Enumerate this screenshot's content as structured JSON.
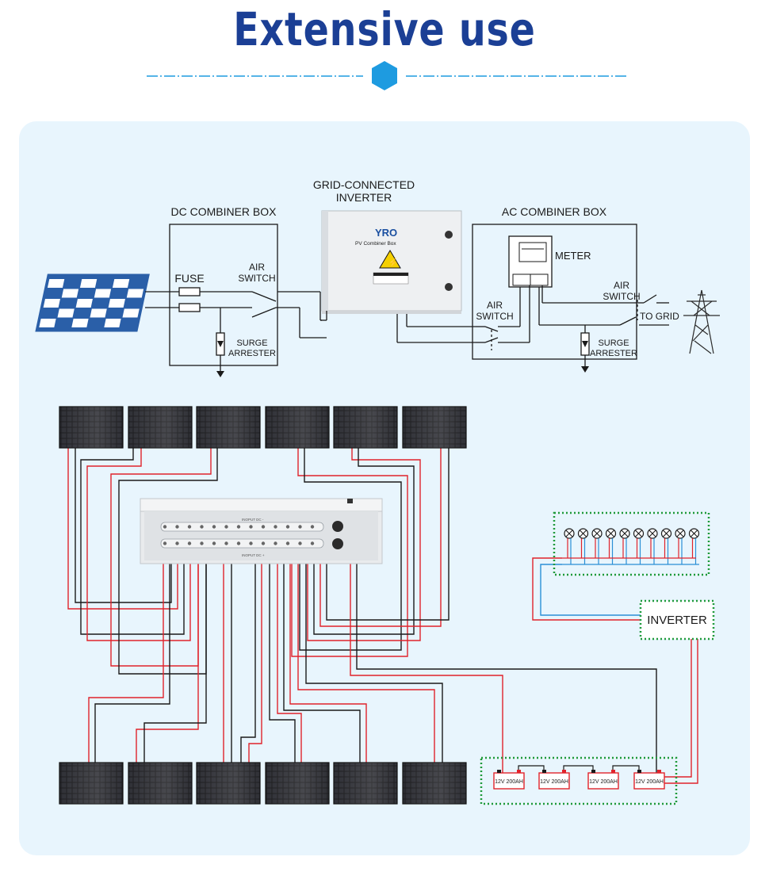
{
  "header": {
    "title": "Extensive use"
  },
  "top_diagram": {
    "dc_box_label": "DC COMBINER BOX",
    "inverter_label_line1": "GRID-CONNECTED",
    "inverter_label_line2": "INVERTER",
    "ac_box_label": "AC COMBINER BOX",
    "fuse_label": "FUSE",
    "air_switch_1_line1": "AIR",
    "air_switch_1_line2": "SWITCH",
    "surge_1_line1": "SURGE",
    "surge_1_line2": "ARRESTER",
    "meter_label": "METER",
    "air_switch_2_line1": "AIR",
    "air_switch_2_line2": "SWITCH",
    "air_switch_3_line1": "AIR",
    "air_switch_3_line2": "SWITCH",
    "surge_2_line1": "SURGE",
    "surge_2_line2": "ARRESTER",
    "to_grid_label": "TO GRID",
    "brand": "YRO",
    "box_caption": "PV   Combiner Box"
  },
  "bottom_diagram": {
    "input_dc_minus": "INOPUT DC -",
    "input_dc_plus": "INOPUT DC +",
    "inverter_label": "INVERTER",
    "batteries": [
      "12V 200AH",
      "12V 200AH",
      "12V 200AH",
      "12V 200AH"
    ]
  },
  "colors": {
    "title": "#1b3f95",
    "accent": "#1e9be0",
    "panel_bg": "#e8f5fd",
    "wire_red": "#e0232b",
    "wire_blue": "#2a8fd6",
    "dotted_green": "#1f9a3a"
  }
}
